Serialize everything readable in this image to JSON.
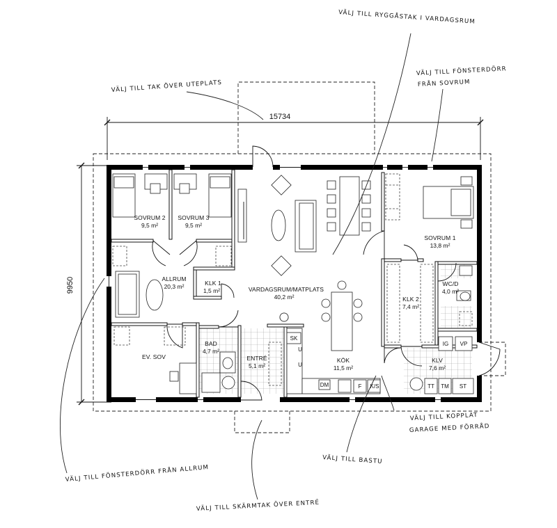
{
  "dimensions": {
    "width": "15734",
    "depth": "9950"
  },
  "rooms": {
    "sovrum2": {
      "name": "SOVRUM 2",
      "area": "9,5 m²"
    },
    "sovrum3": {
      "name": "SOVRUM 3",
      "area": "9,5 m²"
    },
    "sovrum1": {
      "name": "SOVRUM 1",
      "area": "13,8 m²"
    },
    "allrum": {
      "name": "ALLRUM",
      "area": "20,3 m²"
    },
    "klk1": {
      "name": "KLK 1",
      "area": "1,5 m²"
    },
    "vardagsrum": {
      "name": "VARDAGSRUM/MATPLATS",
      "area": "40,2 m²"
    },
    "wcd": {
      "name": "WC/D",
      "area": "4,0 m²"
    },
    "klk2": {
      "name": "KLK 2",
      "area": "7,4 m²"
    },
    "evsov": {
      "name": "EV. SOV",
      "area": ""
    },
    "bad": {
      "name": "BAD",
      "area": "4,7 m²"
    },
    "entre": {
      "name": "ENTRÉ",
      "area": "5,1 m²"
    },
    "kok": {
      "name": "KÖK",
      "area": "11,5 m²"
    },
    "klv": {
      "name": "KLV",
      "area": "7,6 m²"
    }
  },
  "fixtures": {
    "sk": "SK",
    "dm": "DM",
    "f": "F",
    "ks": "K/S",
    "ig": "IG",
    "vp": "VP",
    "tt": "TT",
    "tm": "TM",
    "st": "ST",
    "u1": "U",
    "u2": "U"
  },
  "notes": {
    "ryggastak": "VÄLJ TILL RYGGÅSTAK I VARDAGSRUM",
    "tak_uteplats": "VÄLJ TILL TAK ÖVER UTEPLATS",
    "fonsterdorr_sovrum_1": "VÄLJ TILL FÖNSTERDÖRR",
    "fonsterdorr_sovrum_2": "FRÅN SOVRUM",
    "kopplat_1": "VÄLJ TILL KOPPLAT",
    "kopplat_2": "GARAGE MED FÖRRÅD",
    "bastu": "VÄLJ TILL BASTU",
    "fonsterdorr_allrum": "VÄLJ TILL FÖNSTERDÖRR FRÅN ALLRUM",
    "skarmtak": "VÄLJ TILL SKÄRMTAK ÖVER ENTRÉ"
  }
}
